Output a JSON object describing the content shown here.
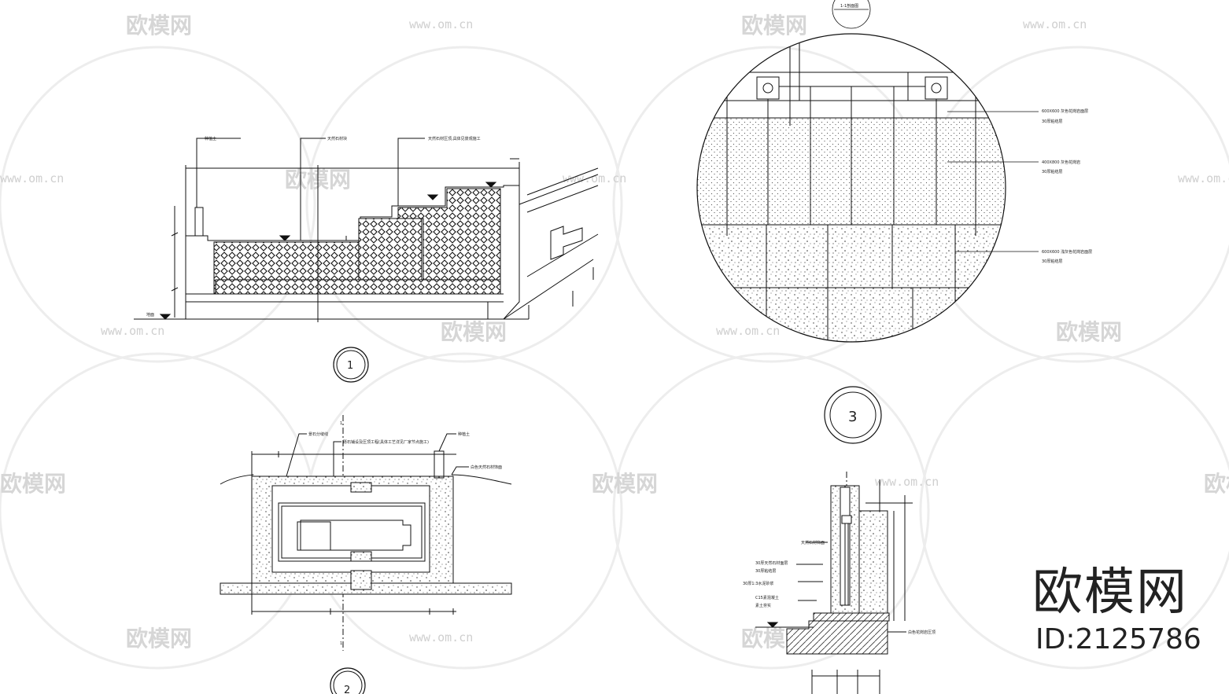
{
  "watermark": {
    "brand": "欧模网",
    "url": "www.om.cn"
  },
  "labels": {
    "d1_stone_fill": "天然石材块",
    "d1_plant": "种植土",
    "d1_top": "天然石材压顶,具体见景观施工",
    "d1_ground": "地面",
    "d2_top_left": "景石分缝线",
    "d2_note": "砾石铺设及压顶工程(具体工艺详见厂家节点施工)",
    "d2_right": "种植土",
    "d2_right2": "白色天然石材饰面",
    "d2_section": "1",
    "d3_header": "1-1剖面图",
    "d3_tag1": "600X600 灰色花岗岩面层",
    "d3_tag1b": "30厚粘结层",
    "d3_tag2": "400X800 灰色花岗岩",
    "d3_tag2b": "30厚粘结层",
    "d3_tag3": "600X600 浅灰色花岗岩面层",
    "d3_tag3b": "30厚粘结层",
    "d4_l1": "天然石材饰面",
    "d4_l2": "30厚天然石材面层",
    "d4_l2b": "30厚粘结层",
    "d4_l3": "30厚1:3水泥砂浆",
    "d4_l4": "C15素混凝土",
    "d4_l5": "素土夯实",
    "d4_right": "白色花岗岩压顶"
  },
  "callouts": {
    "c1": "1",
    "c2": "2",
    "c3": "3"
  },
  "brand": {
    "logo_text": "欧模网",
    "id_text": "ID:2125786"
  }
}
